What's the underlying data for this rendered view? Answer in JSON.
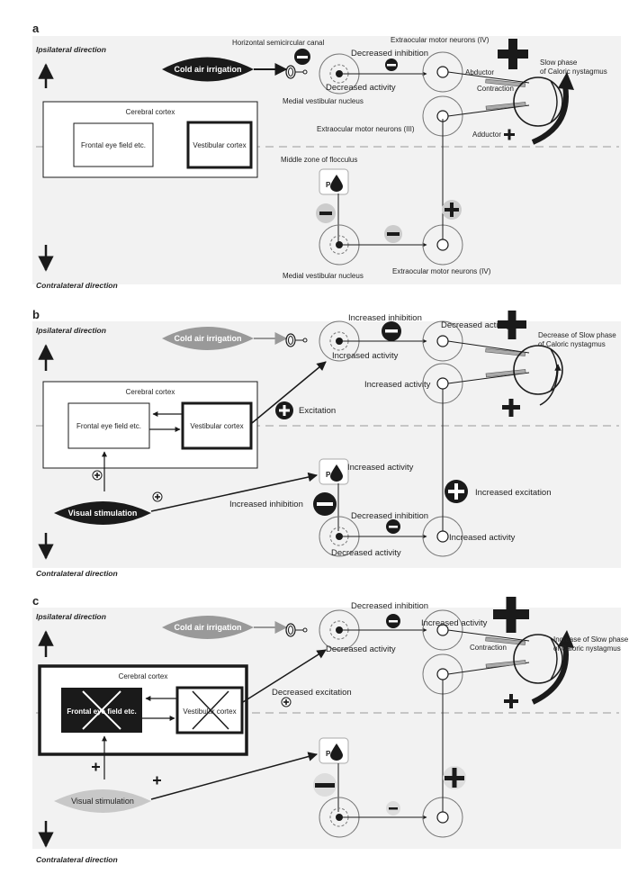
{
  "colors": {
    "panel_bg": "#f2f2f2",
    "black": "#1a1a1a",
    "gray_fill": "#999999",
    "light_gray_fill": "#c8c8c8",
    "dashed_line": "#9a9a9a"
  },
  "panels": {
    "a": {
      "letter": "a",
      "ipsi": "Ipsilateral direction",
      "contra": "Contralateral direction",
      "canal": "Horizontal semicircular canal",
      "cold_air": "Cold air irrigation",
      "decreased_inhibition": "Decreased inhibition",
      "decreased_activity": "Decreased activity",
      "mvn_top": "Medial vestibular nucleus",
      "eom_iv_top": "Extraocular motor neurons (IV)",
      "eom_iii": "Extraocular motor neurons (III)",
      "abductor_top": "Abductor",
      "contraction": "Contraction",
      "adductor": "Adductor",
      "slow_phase_1": "Slow phase",
      "slow_phase_2": "of Caloric nystagmus",
      "cortex": "Cerebral cortex",
      "fef": "Frontal eye field etc.",
      "vest_cortex": "Vestibular cortex",
      "flocculus": "Middle zone of flocculus",
      "p": "P",
      "mvn_bottom": "Medial vestibular nucleus",
      "eom_iv_bottom": "Extraocular motor neurons (IV)"
    },
    "b": {
      "letter": "b",
      "ipsi": "Ipsilateral direction",
      "contra": "Contralateral direction",
      "cold_air": "Cold air irrigation",
      "increased_inhibition_top": "Increased inhibition",
      "increased_activity_top": "Increased activity",
      "decreased_activity_eye": "Decreased activity",
      "increased_activity_mid": "Increased activity",
      "slow_phase_1": "Decrease of Slow phase",
      "slow_phase_2": "of Caloric nystagmus",
      "cortex": "Cerebral cortex",
      "fef": "Frontal eye field etc.",
      "vest_cortex": "Vestibular cortex",
      "excitation": "Excitation",
      "visual": "Visual stimulation",
      "p": "P",
      "increased_activity_p": "Increased activity",
      "increased_inhibition_mid": "Increased inhibition",
      "increased_excitation": "Increased excitation",
      "decreased_inhibition": "Decreased inhibition",
      "increased_activity_bottom": "Increased activity",
      "decreased_activity_bottom": "Decreased activity"
    },
    "c": {
      "letter": "c",
      "ipsi": "Ipsilateral direction",
      "contra": "Contralateral direction",
      "cold_air": "Cold air irrigation",
      "decreased_inhibition": "Decreased inhibition",
      "decreased_activity": "Decreased activity",
      "increased_activity": "Increased activity",
      "contraction": "Contraction",
      "slow_phase_1": "Increase of Slow phase",
      "slow_phase_2": "of Caloric nystagmus",
      "cortex": "Cerebral cortex",
      "fef": "Frontal eye field etc.",
      "vest_cortex": "Vestibular cortex",
      "decreased_excitation": "Decreased excitation",
      "visual": "Visual stimulation",
      "p": "P"
    }
  }
}
